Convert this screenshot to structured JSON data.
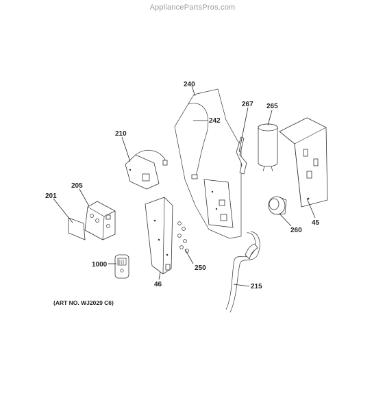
{
  "header": {
    "site": "AppliancePartsPros.com"
  },
  "diagram": {
    "art_number": "(ART NO. WJ2029 C6)",
    "callouts": [
      {
        "id": "240",
        "label": "240"
      },
      {
        "id": "242",
        "label": "242"
      },
      {
        "id": "267",
        "label": "267"
      },
      {
        "id": "265",
        "label": "265"
      },
      {
        "id": "210",
        "label": "210"
      },
      {
        "id": "205",
        "label": "205"
      },
      {
        "id": "201",
        "label": "201"
      },
      {
        "id": "45",
        "label": "45"
      },
      {
        "id": "260",
        "label": "260"
      },
      {
        "id": "1000",
        "label": "1000"
      },
      {
        "id": "250",
        "label": "250"
      },
      {
        "id": "46",
        "label": "46"
      },
      {
        "id": "215",
        "label": "215"
      }
    ]
  }
}
